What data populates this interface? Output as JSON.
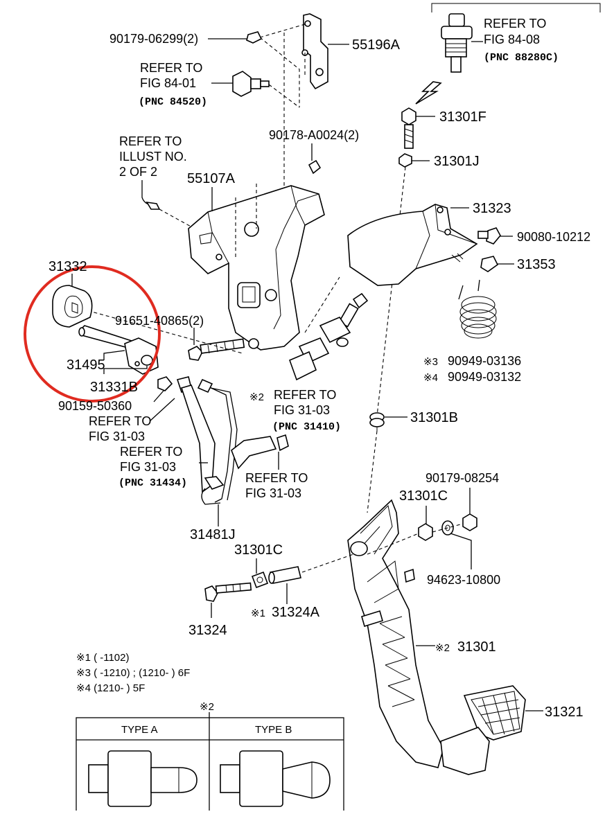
{
  "labels": {
    "p55196A": "55196A",
    "p90179_06299": "90179-06299(2)",
    "refer_84_01_a": "REFER TO",
    "refer_84_01_b": "FIG 84-01",
    "refer_84_01_pnc": "(PNC 84520)",
    "refer_84_08_a": "REFER TO",
    "refer_84_08_b": "FIG 84-08",
    "refer_84_08_pnc": "(PNC 88280C)",
    "p90178": "90178-A0024(2)",
    "p31301F": "31301F",
    "p31301J": "31301J",
    "illust_a": "REFER TO",
    "illust_b": "ILLUST NO.",
    "illust_c": "2 OF 2",
    "p55107A": "55107A",
    "p31323": "31323",
    "p90080": "90080-10212",
    "p31353": "31353",
    "p31332": "31332",
    "p91651": "91651-40865(2)",
    "p31495": "31495",
    "p31331B": "31331B",
    "p90159": "90159-50360",
    "mark3_a": "※3",
    "p90949_03136": "90949-03136",
    "mark4_a": "※4",
    "p90949_03132": "90949-03132",
    "mark2_a": "※2",
    "refer_31_03_a_1": "REFER TO",
    "refer_31_03_a_2": "FIG 31-03",
    "refer_31_03_a_pnc": "(PNC 31410)",
    "refer_31_03_b_1": "REFER TO",
    "refer_31_03_b_2": "FIG 31-03",
    "refer_31_03_c_1": "REFER TO",
    "refer_31_03_c_2": "FIG 31-03",
    "refer_31_03_c_pnc": "(PNC 31434)",
    "refer_31_03_d_1": "REFER TO",
    "refer_31_03_d_2": "FIG 31-03",
    "p31301B": "31301B",
    "p90179_08254": "90179-08254",
    "p31301C_a": "31301C",
    "p31481J": "31481J",
    "p31301C_b": "31301C",
    "p94623": "94623-10800",
    "mark1_a": "※1",
    "p31324A": "31324A",
    "p31324": "31324",
    "mark2_b": "※2",
    "p31301": "31301",
    "p31321": "31321"
  },
  "notes": {
    "n1": "※1 (     -1102)",
    "n3": "※3 (     -1210) ; (1210-      ) 6F",
    "n4": "※4 (1210-      ) 5F"
  },
  "type_table": {
    "mark": "※2",
    "col_a": "TYPE A",
    "col_b": "TYPE B"
  },
  "colors": {
    "highlight_circle": "#e02b20",
    "ink": "#000000"
  }
}
